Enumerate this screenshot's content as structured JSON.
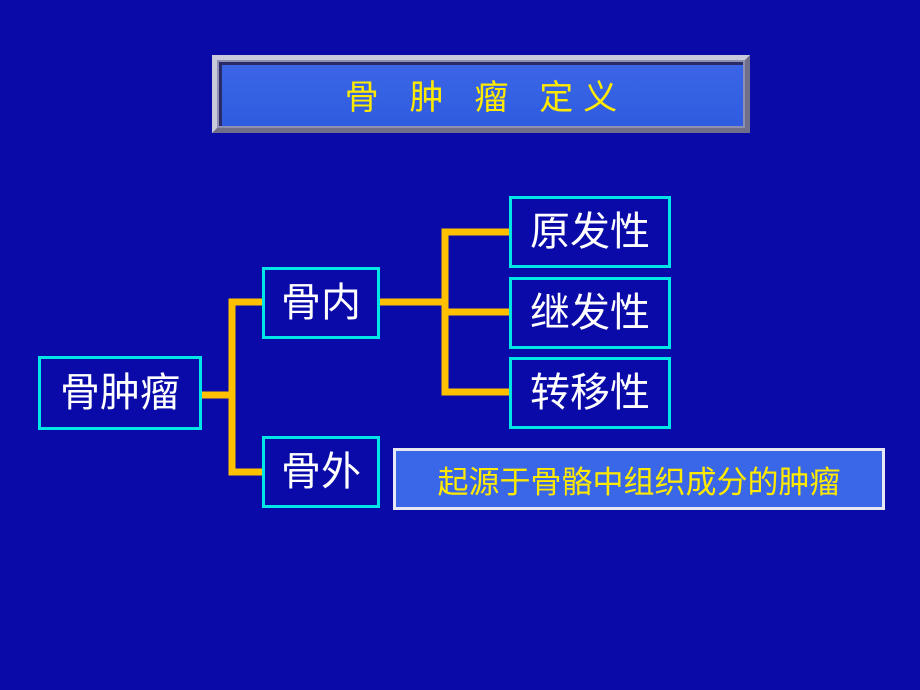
{
  "title": "骨 肿 瘤 定义",
  "root": "骨肿瘤",
  "branches": {
    "inner": "骨内",
    "outer": "骨外"
  },
  "inner_children": [
    "原发性",
    "继发性",
    "转移性"
  ],
  "outer_description": "起源于骨骼中组织成分的肿瘤",
  "colors": {
    "background": "#0A0AA8",
    "connector": "#FFC000",
    "node_border": "#00E5E5",
    "title_text": "#FFEA00"
  }
}
